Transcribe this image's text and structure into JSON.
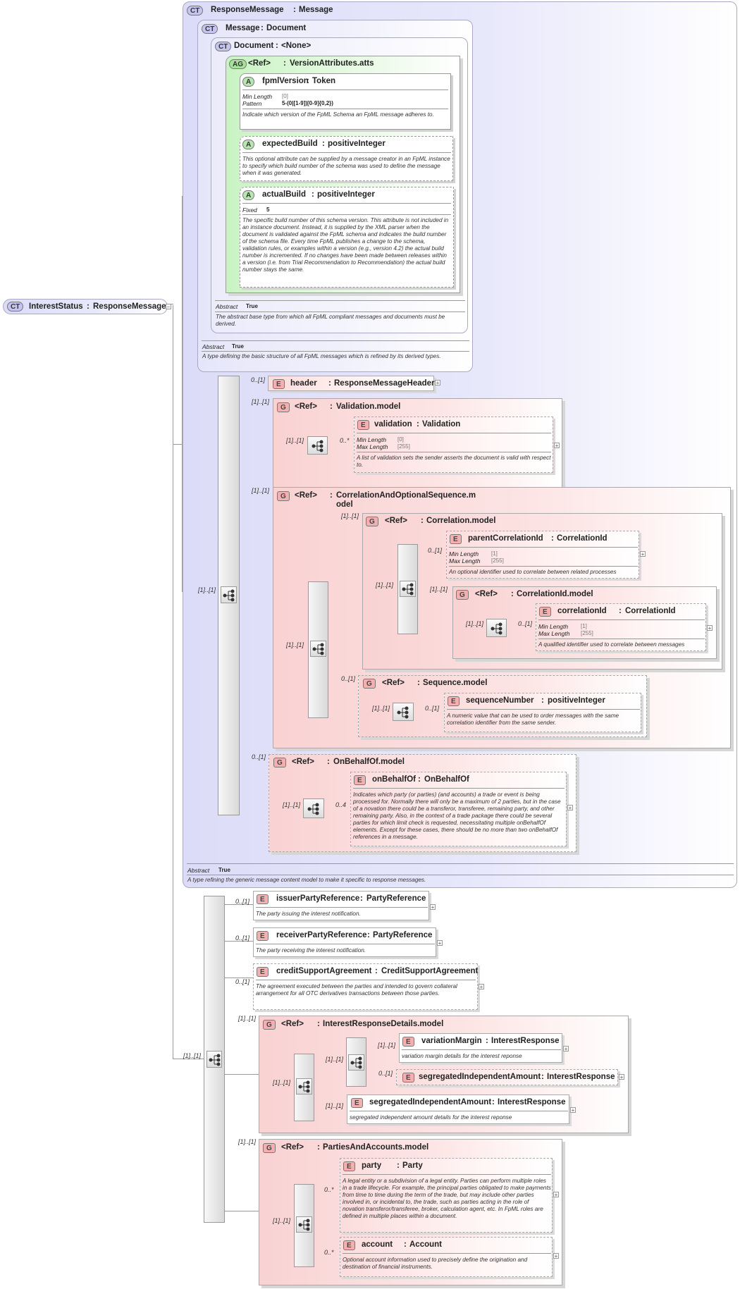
{
  "root": {
    "badge": "CT",
    "name": "InterestStatus",
    "type": "ResponseMessage"
  },
  "responseMessage": {
    "badge": "CT",
    "name": "ResponseMessage",
    "type": "Message",
    "abstract_label": "Abstract",
    "abstract_value": "True",
    "doc": "A type refining the generic message content model to make it specific to response messages."
  },
  "message": {
    "badge": "CT",
    "name": "Message",
    "type": "Document",
    "abstract_label": "Abstract",
    "abstract_value": "True",
    "doc": "A type defining the basic structure of all FpML messages which is refined by its derived types."
  },
  "document": {
    "badge": "CT",
    "name": "Document",
    "type": "<None>",
    "abstract_label": "Abstract",
    "abstract_value": "True",
    "doc": "The abstract base type from which all FpML compliant messages and documents must be derived."
  },
  "versionAtts": {
    "badge": "AG",
    "ref": "<Ref>",
    "type": "VersionAttributes.atts"
  },
  "fpmlVersion": {
    "badge": "A",
    "name": "fpmlVersion",
    "type": "Token",
    "facet1_label": "Min Length",
    "facet1_value": "[0]",
    "facet2_label": "Pattern",
    "facet2_value": "5-(0|[1-9])[0-9]{0,2})",
    "doc": "Indicate which version of the FpML Schema an FpML message adheres to."
  },
  "expectedBuild": {
    "badge": "A",
    "name": "expectedBuild",
    "type": "positiveInteger",
    "doc": "This optional attribute can be supplied by a message creator in an FpML instance to specify which build number of the schema was used to define the message when it was generated."
  },
  "actualBuild": {
    "badge": "A",
    "name": "actualBuild",
    "type": "positiveInteger",
    "facet_label": "Fixed",
    "facet_value": "5",
    "doc": "The specific build number of this schema version. This attribute is not included in an instance document. Instead, it is supplied by the XML parser when the document is validated against the FpML schema and indicates the build number of the schema file. Every time FpML publishes a change to the schema, validation rules, or examples within a version (e.g., version 4.2) the actual build number is incremented. If no changes have been made between releases within a version (i.e. from Trial Recommendation to Recommendation) the actual build number stays the same."
  },
  "header": {
    "badge": "E",
    "name": "header",
    "type": "ResponseMessageHeader",
    "card": "0..[1]"
  },
  "validationModel": {
    "badge": "G",
    "ref": "<Ref>",
    "type": "Validation.model",
    "card": "[1]..[1]",
    "seq_card": "[1]..[1]"
  },
  "validation": {
    "badge": "E",
    "name": "validation",
    "type": "Validation",
    "card": "0..*",
    "facet1_label": "Min Length",
    "facet1_value": "[0]",
    "facet2_label": "Max Length",
    "facet2_value": "[255]",
    "doc": "A list of validation sets the sender asserts the document is valid with respect to."
  },
  "corrOptSeq": {
    "badge": "G",
    "ref": "<Ref>",
    "type_line1": "CorrelationAndOptionalSequence.m",
    "type_line2": "odel",
    "card": "[1]..[1]",
    "seq_card": "[1]..[1]"
  },
  "correlationModel": {
    "badge": "G",
    "ref": "<Ref>",
    "type": "Correlation.model",
    "card": "[1]..[1]",
    "seq_card": "[1]..[1]"
  },
  "parentCorrelationId": {
    "badge": "E",
    "name": "parentCorrelationId",
    "type": "CorrelationId",
    "card": "0..[1]",
    "facet1_label": "Min Length",
    "facet1_value": "[1]",
    "facet2_label": "Max Length",
    "facet2_value": "[255]",
    "doc": "An optional identifier used to correlate between related processes"
  },
  "correlationIdModel": {
    "badge": "G",
    "ref": "<Ref>",
    "type": "CorrelationId.model",
    "card": "[1]..[1]",
    "seq_card": "[1]..[1]"
  },
  "correlationId": {
    "badge": "E",
    "name": "correlationId",
    "type": "CorrelationId",
    "card": "0..[1]",
    "facet1_label": "Min Length",
    "facet1_value": "[1]",
    "facet2_label": "Max Length",
    "facet2_value": "[255]",
    "doc": "A qualified identifier used to correlate between messages"
  },
  "sequenceModel": {
    "badge": "G",
    "ref": "<Ref>",
    "type": "Sequence.model",
    "card": "0..[1]",
    "seq_card": "[1]..[1]"
  },
  "sequenceNumber": {
    "badge": "E",
    "name": "sequenceNumber",
    "type": "positiveInteger",
    "card": "0..[1]",
    "doc": "A numeric value that can be used to order messages with the same correlation identifier from the same sender."
  },
  "onBehalfOfModel": {
    "badge": "G",
    "ref": "<Ref>",
    "type": "OnBehalfOf.model",
    "card": "0..[1]",
    "seq_card": "[1]..[1]"
  },
  "onBehalfOf": {
    "badge": "E",
    "name": "onBehalfOf",
    "type": "OnBehalfOf",
    "card": "0..4",
    "doc": "Indicates which party (or parties) (and accounts) a trade or event is being processed for. Normally there will only be a maximum of 2 parties, but in the case of a novation there could be a transferor, transferee, remaining party, and other remaining party. Also, in the context of a trade package there could be several parties for which limit check is requested, necessitating multiple onBehalfOf elements. Except for these cases, there should be no more than two onBehalfOf references in a message."
  },
  "mainSeqCard": "[1]..[1]",
  "extSeqCard": "[1]..[1]",
  "issuerPartyReference": {
    "badge": "E",
    "name": "issuerPartyReference",
    "type": "PartyReference",
    "card": "0..[1]",
    "doc": "The party issuing the interest notification."
  },
  "receiverPartyReference": {
    "badge": "E",
    "name": "receiverPartyReference",
    "type": "PartyReference",
    "card": "0..[1]",
    "doc": "The party receiving the interest notification."
  },
  "creditSupportAgreement": {
    "badge": "E",
    "name": "creditSupportAgreement",
    "type": "CreditSupportAgreement",
    "card": "0..[1]",
    "doc": "The agreement executed between the parties and intended to govern collateral arrangement for all OTC derivatives transactions between those parties."
  },
  "interestResponseDetails": {
    "badge": "G",
    "ref": "<Ref>",
    "type": "InterestResponseDetails.model",
    "card": "[1]..[1]",
    "choice_card": "[1]..[1]",
    "inner_seq_card": "[1]..[1]",
    "second_card": "[1]..[1]"
  },
  "variationMargin": {
    "badge": "E",
    "name": "variationMargin",
    "type": "InterestResponse",
    "card": "[1]..[1]",
    "doc": "variation margin details for the interest reponse"
  },
  "segIndAmountOpt": {
    "badge": "E",
    "name": "segregatedIndependentAmount",
    "type": "InterestResponse",
    "card": "0..[1]"
  },
  "segIndAmount": {
    "badge": "E",
    "name": "segregatedIndependentAmount",
    "type": "InterestResponse",
    "doc": "segregated independent amount details for the interest reponse"
  },
  "partiesAndAccounts": {
    "badge": "G",
    "ref": "<Ref>",
    "type": "PartiesAndAccounts.model",
    "card": "[1]..[1]",
    "seq_card": "[1]..[1]"
  },
  "party": {
    "badge": "E",
    "name": "party",
    "type": "Party",
    "card": "0..*",
    "doc": "A legal entity or a subdivision of a legal entity. Parties can perform multiple roles in a trade lifecycle. For example, the principal parties obligated to make payments from time to time during the term of the trade, but may include other parties involved in, or incidental to, the trade, such as parties acting in the role of novation transferor/transferee, broker, calculation agent, etc. In FpML roles are defined in multiple places within a document."
  },
  "account": {
    "badge": "E",
    "name": "account",
    "type": "Account",
    "card": "0..*",
    "doc": "Optional account information used to precisely define the origination and destination of financial instruments."
  }
}
